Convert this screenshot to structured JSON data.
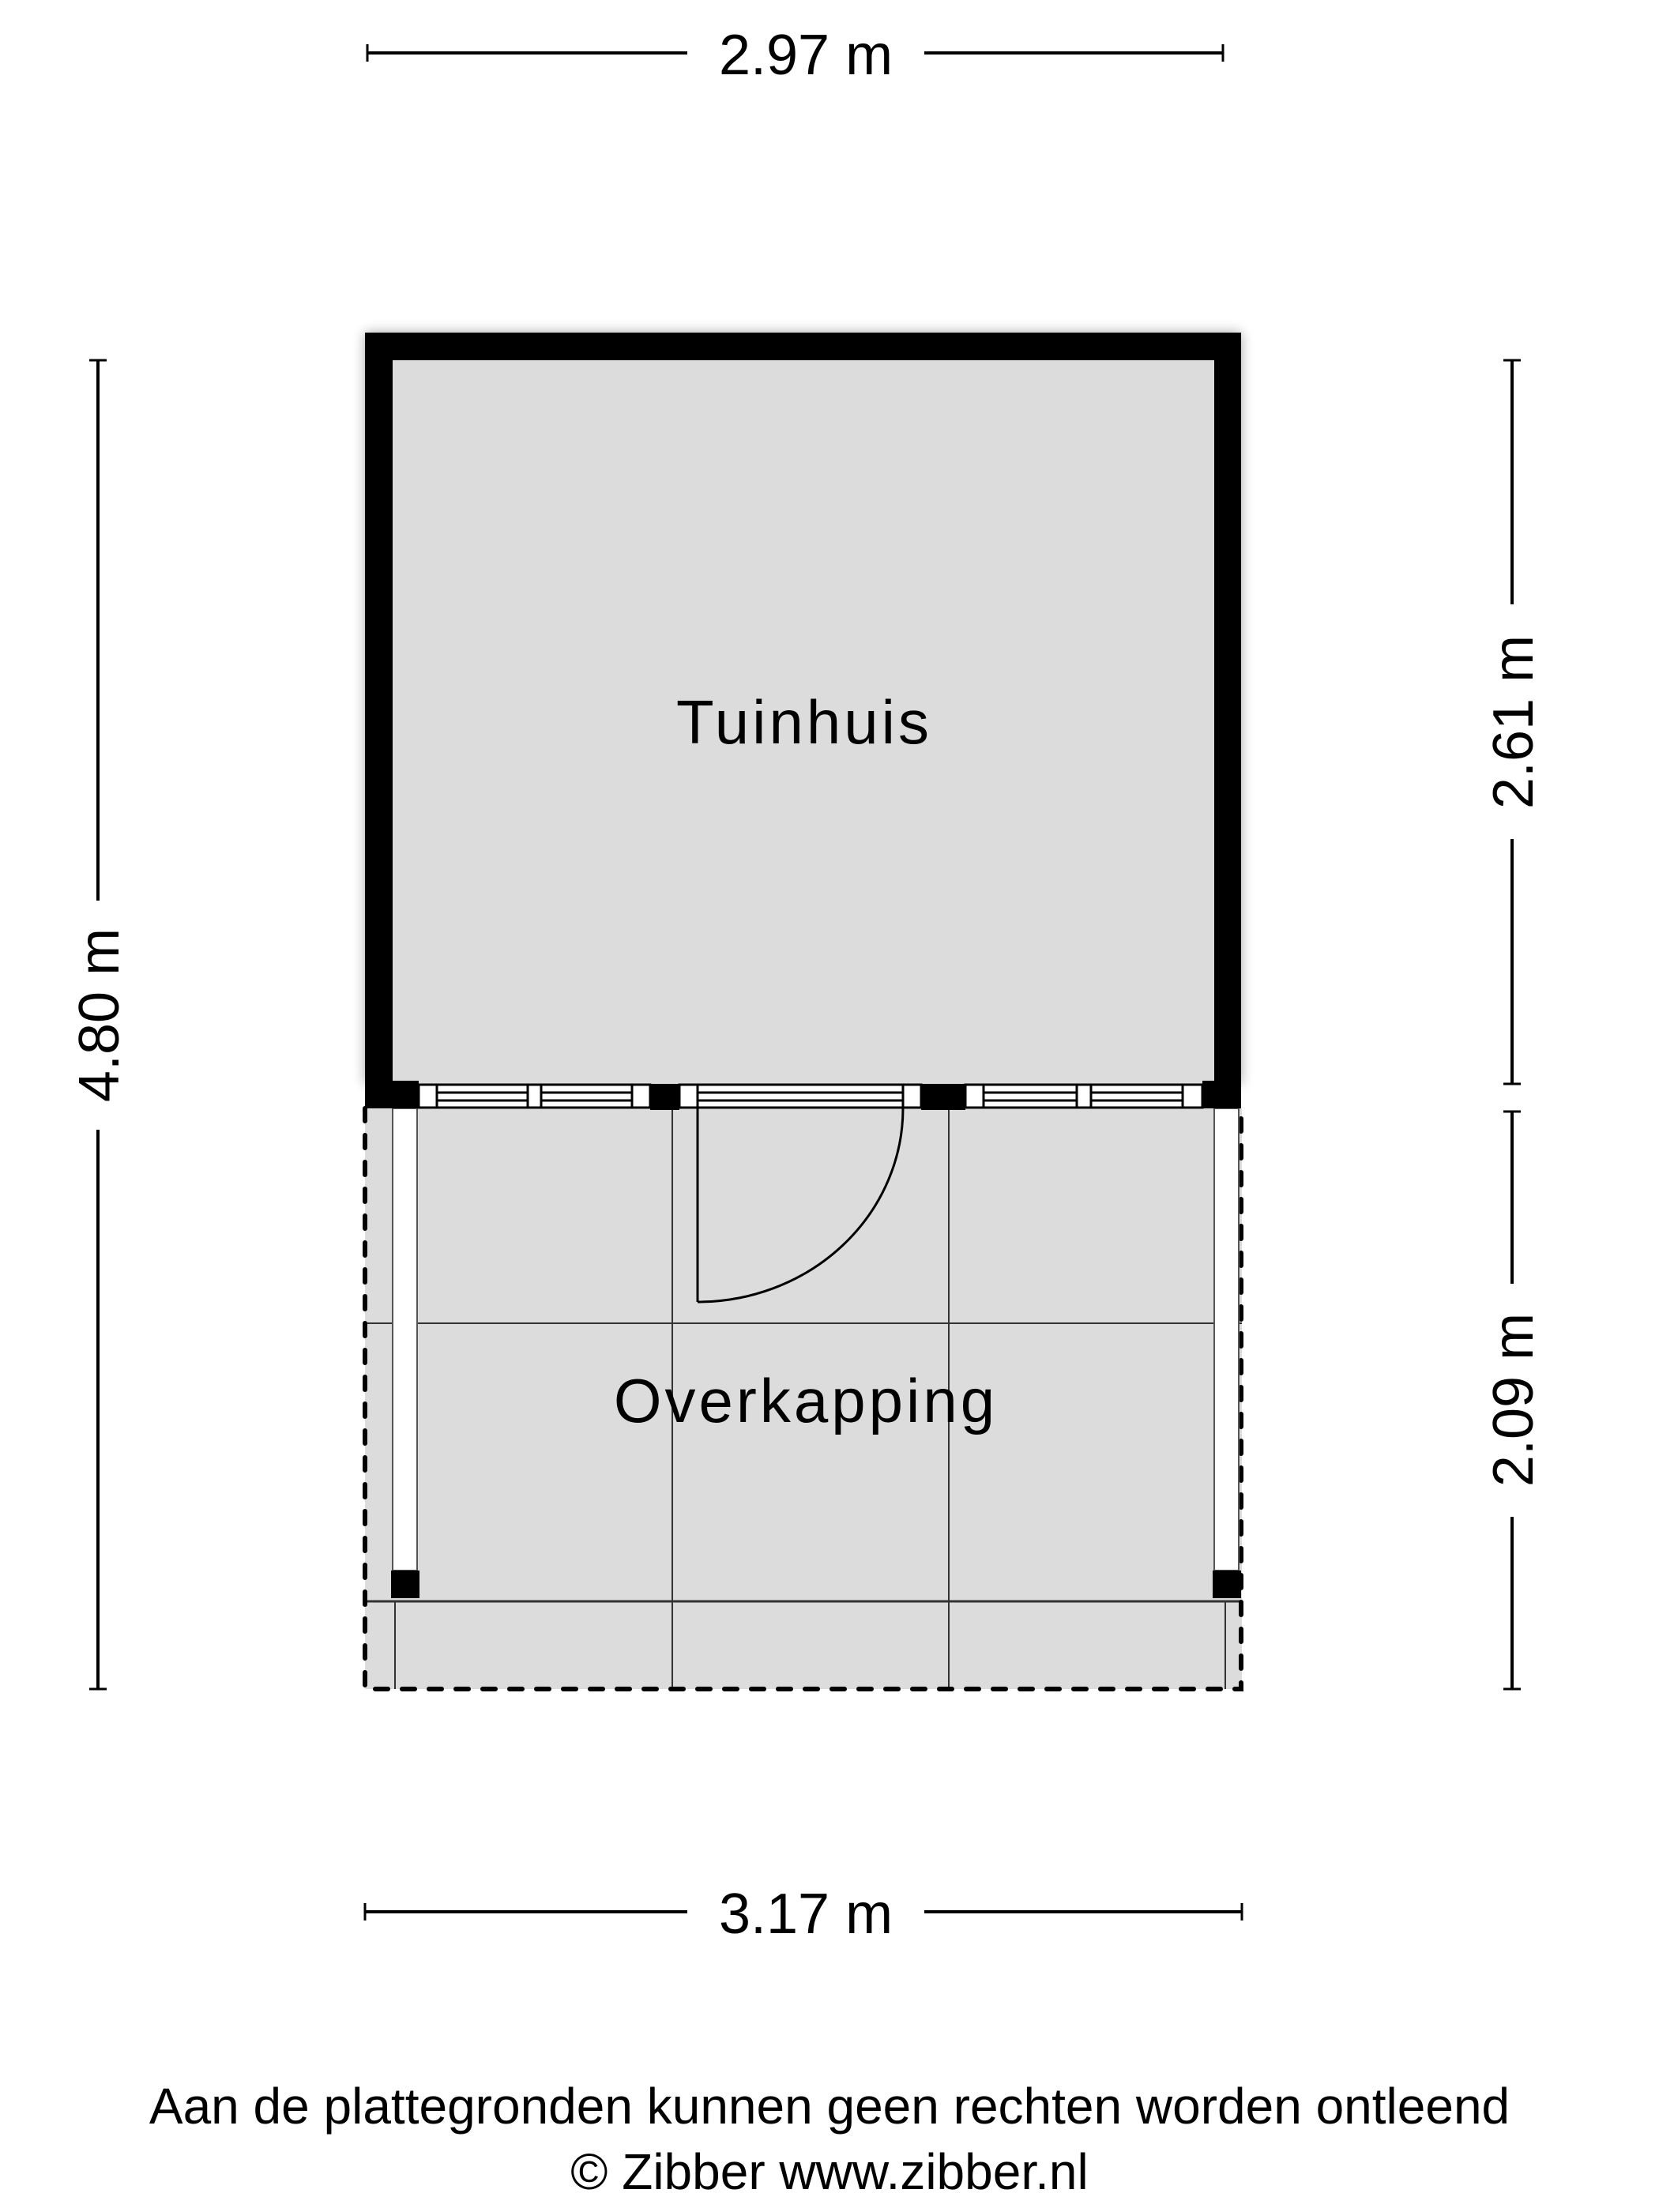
{
  "floorplan": {
    "rooms": [
      {
        "name": "Tuinhuis",
        "type": "enclosed"
      },
      {
        "name": "Overkapping",
        "type": "covered-area"
      }
    ],
    "dimensions": {
      "top_width": "2.97 m",
      "bottom_width": "3.17 m",
      "total_length": "4.80 m",
      "tuinhuis_length": "2.61 m",
      "overkapping_length": "2.09 m"
    },
    "colors": {
      "floor_fill": "#dcdcdc",
      "wall": "#000000",
      "background": "#ffffff",
      "window_fill": "#ffffff"
    }
  },
  "footer": {
    "disclaimer": "Aan de plattegronden kunnen geen rechten worden ontleend",
    "copyright": "© Zibber www.zibber.nl"
  }
}
